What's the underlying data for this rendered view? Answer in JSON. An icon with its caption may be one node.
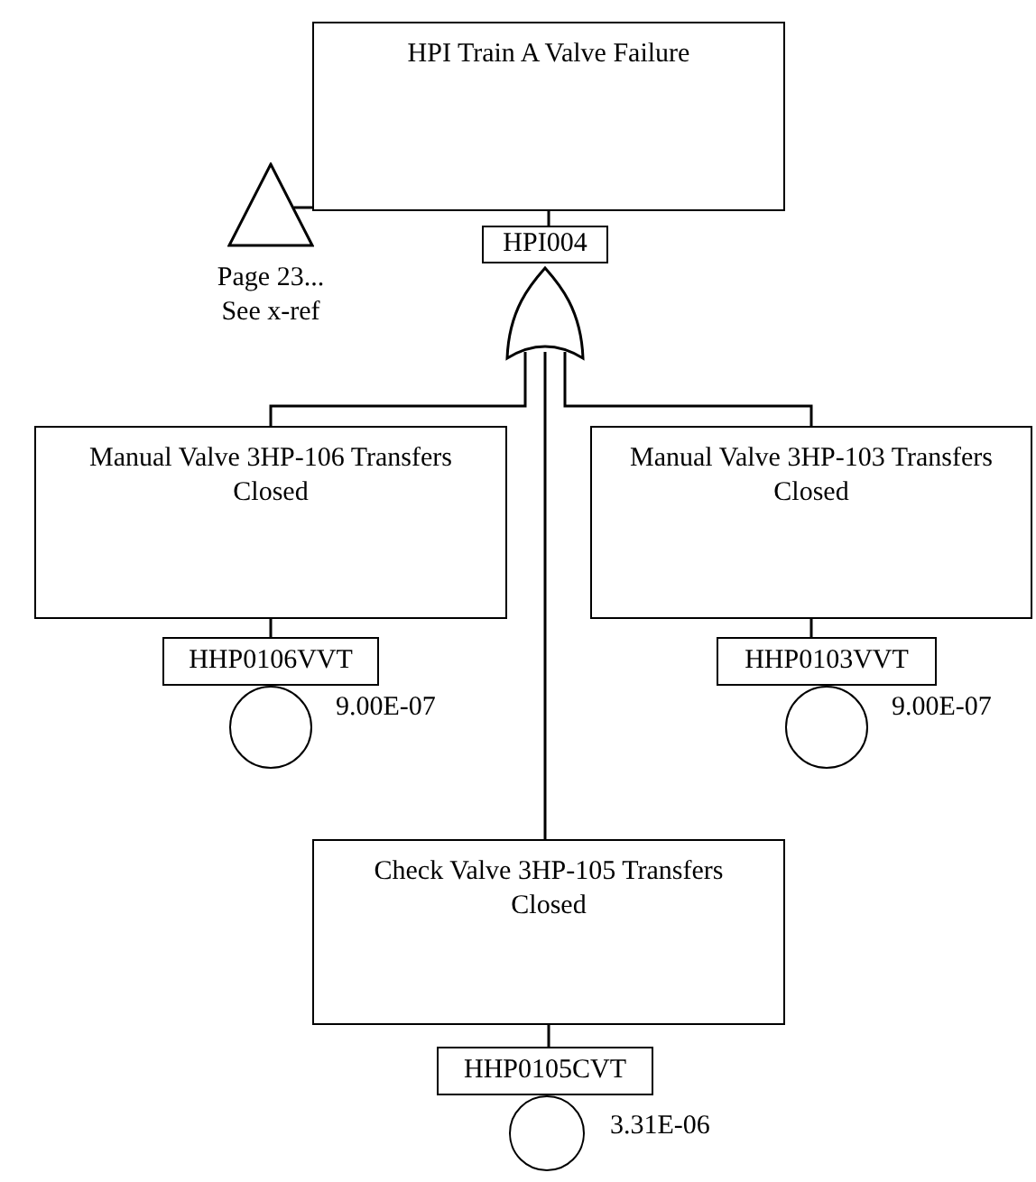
{
  "diagram": {
    "nodes": [
      {
        "text": [
          "HPI Train A Valve Failure"
        ]
      },
      {
        "text": [],
        "shape": "triangle",
        "beside": [
          "Page 23... See x-ref"
        ]
      },
      {
        "text": [
          "HPI004"
        ]
      },
      {
        "text": [],
        "shape": "gate"
      },
      {
        "text": [
          "Manual Valve 3HP-106 Transfers Closed"
        ]
      },
      {
        "text": [
          "HHP0106VVT"
        ]
      },
      {
        "text": [],
        "shape": "circle",
        "beside": [
          "9.00E-07"
        ]
      },
      {
        "text": [
          "Manual Valve 3HP-103 Transfers Closed"
        ]
      },
      {
        "text": [
          "HHP0103VVT"
        ]
      },
      {
        "text": [],
        "shape": "circle",
        "beside": [
          "9.00E-07"
        ]
      },
      {
        "text": [
          "Check Valve 3HP-105 Transfers Closed"
        ]
      },
      {
        "text": [
          "HHP0105CVT"
        ]
      },
      {
        "text": [],
        "shape": "circle",
        "beside": [
          "3.31E-06"
        ]
      }
    ],
    "edges": [
      {
        "from": 1,
        "to": 0,
        "arrow": "none"
      },
      {
        "from": 0,
        "to": 2,
        "arrow": "none"
      },
      {
        "from": 3,
        "to": 4,
        "arrow": "none"
      },
      {
        "from": 3,
        "to": 7,
        "arrow": "none"
      },
      {
        "from": 3,
        "to": 10,
        "arrow": "none"
      },
      {
        "from": 4,
        "to": 5,
        "arrow": "none"
      },
      {
        "from": 7,
        "to": 8,
        "arrow": "none"
      },
      {
        "from": 10,
        "to": 11,
        "arrow": "none"
      }
    ]
  }
}
